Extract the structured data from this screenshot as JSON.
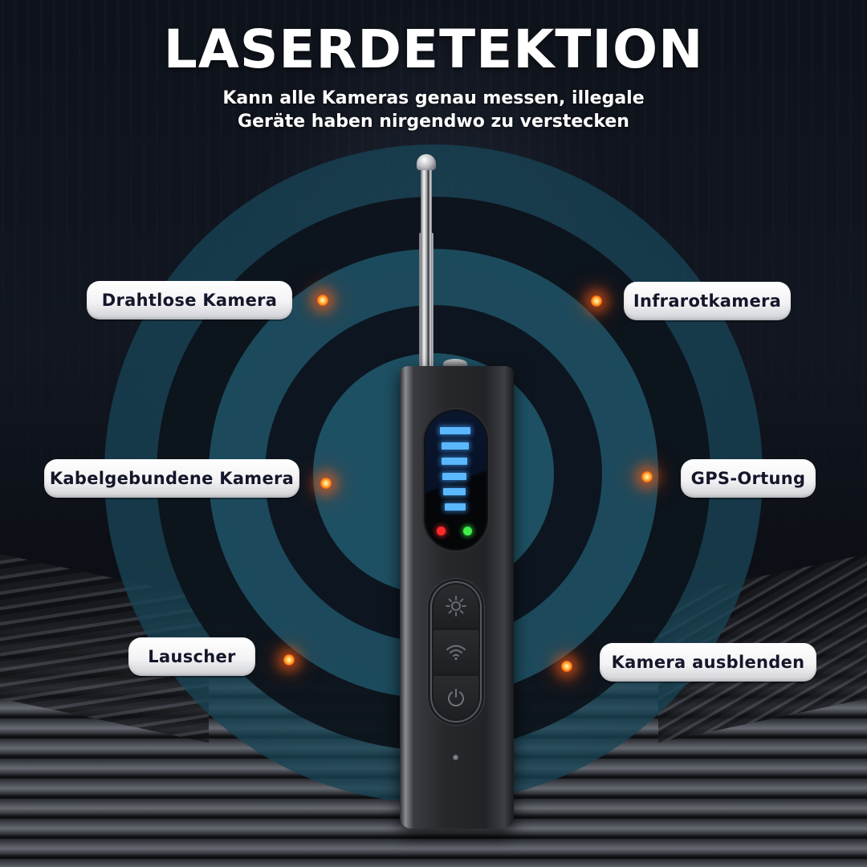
{
  "header": {
    "title": "LASERDETEKTION",
    "subtitle_line1": "Kann alle Kameras genau messen, illegale",
    "subtitle_line2": "Geräte haben nirgendwo zu verstecken"
  },
  "labels": {
    "left": [
      {
        "text": "Drahtlose Kamera"
      },
      {
        "text": "Kabelgebundene Kamera"
      },
      {
        "text": "Lauscher"
      }
    ],
    "right": [
      {
        "text": "Infrarotkamera"
      },
      {
        "text": "GPS-Ortung"
      },
      {
        "text": "Kamera ausblenden"
      }
    ]
  },
  "device": {
    "signal_bars_lit": 6,
    "indicator_leds": [
      {
        "color": "red",
        "hex": "#ff2a2a"
      },
      {
        "color": "green",
        "hex": "#3ef04a"
      }
    ],
    "buttons": [
      {
        "icon": "laser-light-icon"
      },
      {
        "icon": "wifi-signal-icon"
      },
      {
        "icon": "power-icon"
      }
    ]
  },
  "colors": {
    "ring_teal": "#1f5668",
    "signal_bar_blue": "#5ab8ff",
    "glow_orange": "#ff6a10",
    "label_text": "#14162a",
    "title_text": "#ffffff"
  }
}
